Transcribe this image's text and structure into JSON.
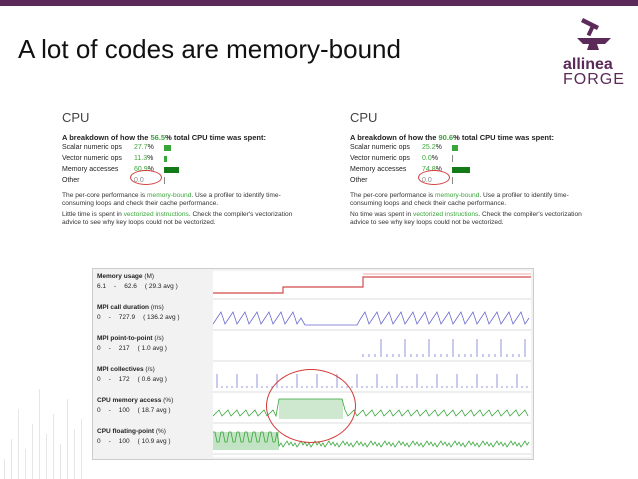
{
  "slide": {
    "title": "A lot of codes are memory-bound",
    "accent_color": "#5b2a59"
  },
  "logo": {
    "line1": "allinea",
    "line2": "FORGE",
    "icon": "anvil-hammer-icon"
  },
  "panels": [
    {
      "heading": "CPU",
      "summary_prefix": "A breakdown of how the ",
      "summary_pct": "56.5",
      "summary_suffix": "% total CPU time was spent:",
      "rows": [
        {
          "label": "Scalar numeric ops",
          "value": "27.7",
          "unit": "%",
          "fraction": 0.277
        },
        {
          "label": "Vector numeric ops",
          "value": "11.3",
          "unit": "%",
          "fraction": 0.113
        },
        {
          "label": "Memory accesses",
          "value": "60.9",
          "unit": "%",
          "fraction": 0.609
        },
        {
          "label": "Other",
          "value": "0.0",
          "unit": "",
          "fraction": 0.0
        }
      ],
      "note1_a": "The per-core performance is ",
      "note1_hl": "memory-bound",
      "note1_b": ". Use a profiler to identify time-consuming loops and check their cache performance.",
      "note2_a": "Little time is spent in ",
      "note2_hl": "vectorized instructions",
      "note2_b": ". Check the compiler's vectorization advice to see why key loops could not be vectorized."
    },
    {
      "heading": "CPU",
      "summary_prefix": "A breakdown of how the ",
      "summary_pct": "90.6",
      "summary_suffix": "% total CPU time was spent:",
      "rows": [
        {
          "label": "Scalar numeric ops",
          "value": "25.2",
          "unit": "%",
          "fraction": 0.252
        },
        {
          "label": "Vector numeric ops",
          "value": "0.0",
          "unit": "%",
          "fraction": 0.0
        },
        {
          "label": "Memory accesses",
          "value": "74.8",
          "unit": "%",
          "fraction": 0.748
        },
        {
          "label": "Other",
          "value": "0.0",
          "unit": "",
          "fraction": 0.0
        }
      ],
      "note1_a": "The per-core performance is ",
      "note1_hl": "memory-bound",
      "note1_b": ". Use a profiler to identify time-consuming loops and check their cache performance.",
      "note2_a": "No time was spent in ",
      "note2_hl": "vectorized instructions",
      "note2_b": ". Check the compiler's vectorization advice to see why key loops could not be vectorized."
    }
  ],
  "metrics": [
    {
      "name": "Memory usage",
      "unit": "(M)",
      "min": "6.1",
      "dash": "-",
      "max": "62.6",
      "avg": "( 29.3 avg )",
      "color": "#d24a4a"
    },
    {
      "name": "MPI call duration",
      "unit": "(ms)",
      "min": "0",
      "dash": "-",
      "max": "727.9",
      "avg": "( 136.2 avg )",
      "color": "#6a6ad0"
    },
    {
      "name": "MPI point-to-point",
      "unit": "(/s)",
      "min": "0",
      "dash": "-",
      "max": "217",
      "avg": "( 1.0 avg )",
      "color": "#6a6ad0"
    },
    {
      "name": "MPI collectives",
      "unit": "(/s)",
      "min": "0",
      "dash": "-",
      "max": "172",
      "avg": "( 0.6 avg )",
      "color": "#6a6ad0"
    },
    {
      "name": "CPU memory access",
      "unit": "(%)",
      "min": "0",
      "dash": "-",
      "max": "100",
      "avg": "( 18.7 avg )",
      "color": "#39a53a"
    },
    {
      "name": "CPU floating-point",
      "unit": "(%)",
      "min": "0",
      "dash": "-",
      "max": "100",
      "avg": "( 10.9 avg )",
      "color": "#39a53a"
    }
  ]
}
